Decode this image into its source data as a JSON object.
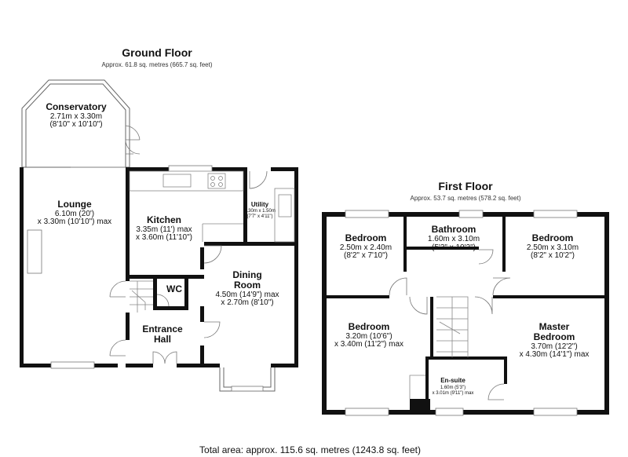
{
  "ground_floor": {
    "title": "Ground Floor",
    "area": "Approx. 61.8 sq. metres (665.7 sq. feet)",
    "rooms": {
      "conservatory": {
        "name": "Conservatory",
        "dim1": "2.71m x 3.30m",
        "dim2": "(8'10\" x 10'10\")"
      },
      "lounge": {
        "name": "Lounge",
        "dim1": "6.10m (20')",
        "dim2": "x 3.30m (10'10\") max"
      },
      "kitchen": {
        "name": "Kitchen",
        "dim1": "3.35m (11') max",
        "dim2": "x 3.60m (11'10\")"
      },
      "utility": {
        "name": "Utility",
        "dim1": "2.30m x 1.50m",
        "dim2": "(7'7\" x 4'11\")"
      },
      "wc": {
        "name": "WC"
      },
      "entrance_hall": {
        "name1": "Entrance",
        "name2": "Hall"
      },
      "dining_room": {
        "name1": "Dining",
        "name2": "Room",
        "dim1": "4.50m (14'9\") max",
        "dim2": "x 2.70m (8'10\")"
      }
    }
  },
  "first_floor": {
    "title": "First Floor",
    "area": "Approx. 53.7 sq. metres (578.2 sq. feet)",
    "rooms": {
      "bedroom_left": {
        "name": "Bedroom",
        "dim1": "2.50m x 2.40m",
        "dim2": "(8'2\" x 7'10\")"
      },
      "bathroom": {
        "name": "Bathroom",
        "dim1": "1.60m x 3.10m",
        "dim2": "(5'3\" x 10'2\")"
      },
      "bedroom_right": {
        "name": "Bedroom",
        "dim1": "2.50m x 3.10m",
        "dim2": "(8'2\" x 10'2\")"
      },
      "bedroom_bottom": {
        "name": "Bedroom",
        "dim1": "3.20m (10'6\")",
        "dim2": "x 3.40m (11'2\") max"
      },
      "master_bedroom": {
        "name1": "Master",
        "name2": "Bedroom",
        "dim1": "3.70m (12'2\")",
        "dim2": "x 4.30m (14'1\") max"
      },
      "en_suite": {
        "name": "En-suite",
        "dim1": "1.60m (5'3\")",
        "dim2": "x 3.01m (9'11\") max"
      }
    }
  },
  "total_area": "Total area: approx. 115.6 sq. metres (1243.8 sq. feet)"
}
